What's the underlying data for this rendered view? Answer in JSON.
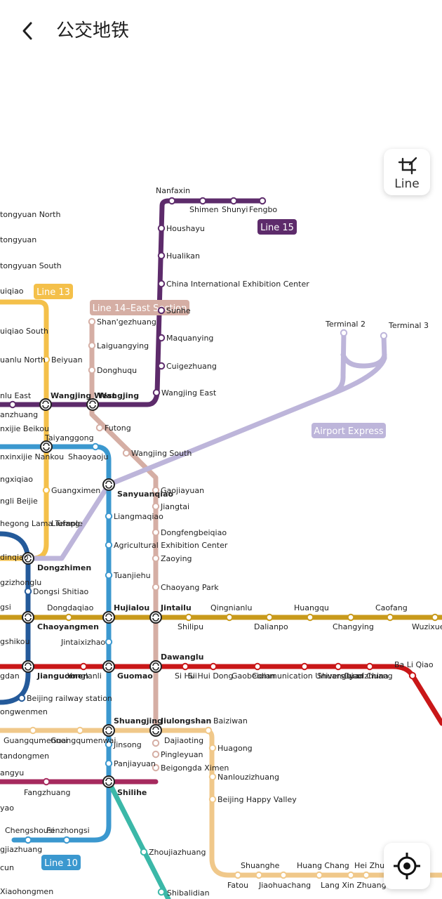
{
  "header": {
    "title": "公交地铁",
    "back_icon": "chevron-left-icon"
  },
  "controls": {
    "line_button_label": "Line",
    "line_button_icon": "crop-icon",
    "locate_icon": "crosshair-icon"
  },
  "colors": {
    "line13": "#f4c04a",
    "line14": "#d5aea4",
    "line15": "#5d2b6b",
    "airport": "#bdb5da",
    "line5": "#a62a5e",
    "line2": "#245a9a",
    "line10": "#3b98cf",
    "line6": "#c89a1b",
    "line1": "#c91718",
    "line7": "#f0c88a",
    "yizhuang": "#3bb8a8"
  },
  "line_badges": [
    {
      "id": "line15",
      "label": "Line 15"
    },
    {
      "id": "line13",
      "label": "Line 13"
    },
    {
      "id": "line14",
      "label": "Line 14–East Section"
    },
    {
      "id": "airport",
      "label": "Airport Express"
    },
    {
      "id": "line10",
      "label": "Line 10"
    }
  ],
  "stations": [
    {
      "name": "Nanfaxin"
    },
    {
      "name": "Shimen"
    },
    {
      "name": "Shunyi"
    },
    {
      "name": "Fengbo"
    },
    {
      "name": "Houshayu"
    },
    {
      "name": "Hualikan"
    },
    {
      "name": "China International Exhibition Center"
    },
    {
      "name": "Sunhe"
    },
    {
      "name": "Maquanying"
    },
    {
      "name": "Cuigezhuang"
    },
    {
      "name": "Wangjing East"
    },
    {
      "name": "Wangjing West"
    },
    {
      "name": "Wangjing"
    },
    {
      "name": "Terminal 2"
    },
    {
      "name": "Terminal 3"
    },
    {
      "name": "Shan'gezhuang"
    },
    {
      "name": "Laiguangying"
    },
    {
      "name": "Donghuqu"
    },
    {
      "name": "Futong"
    },
    {
      "name": "Wangjing South"
    },
    {
      "name": "tongyuan North"
    },
    {
      "name": "tongyuan"
    },
    {
      "name": "tongyuan South"
    },
    {
      "name": "uiqiao"
    },
    {
      "name": "uiqiao South"
    },
    {
      "name": "uanlu North"
    },
    {
      "name": "Beiyuan"
    },
    {
      "name": "nlu East"
    },
    {
      "name": "anzhuang"
    },
    {
      "name": "nxijie Beikou"
    },
    {
      "name": "Taiyanggong"
    },
    {
      "name": "nxinxijie Nankou"
    },
    {
      "name": "Shaoyaoju"
    },
    {
      "name": "ngxiqiao"
    },
    {
      "name": "Guangximen"
    },
    {
      "name": "ngli Beijie"
    },
    {
      "name": "Sanyuanqiao"
    },
    {
      "name": "Gaojiayuan"
    },
    {
      "name": "Jiangtai"
    },
    {
      "name": "Liangmaqiao"
    },
    {
      "name": "Dongfengbeiqiao"
    },
    {
      "name": "hegong Lama Temple"
    },
    {
      "name": "Liufang"
    },
    {
      "name": "Agricultural Exhibition Center"
    },
    {
      "name": "Zaoying"
    },
    {
      "name": "dinqiao"
    },
    {
      "name": "Dongzhimen"
    },
    {
      "name": "gzizhonglu"
    },
    {
      "name": "Tuanjiehu"
    },
    {
      "name": "Dongsi Shitiao"
    },
    {
      "name": "Chaoyang Park"
    },
    {
      "name": "gsi"
    },
    {
      "name": "Dongdaqiao"
    },
    {
      "name": "Hujialou"
    },
    {
      "name": "Jintailu"
    },
    {
      "name": "Qingnianlu"
    },
    {
      "name": "Huangqu"
    },
    {
      "name": "Caofang"
    },
    {
      "name": "Chaoyangmen"
    },
    {
      "name": "Shilipu"
    },
    {
      "name": "Dalianpo"
    },
    {
      "name": "Changying"
    },
    {
      "name": "Wuzixue"
    },
    {
      "name": "gshikou"
    },
    {
      "name": "Jintaixizhao"
    },
    {
      "name": "Dawanglu"
    },
    {
      "name": "Ba Li Qiao"
    },
    {
      "name": "gdan"
    },
    {
      "name": "Jianguomen"
    },
    {
      "name": "Yong'anli"
    },
    {
      "name": "Guomao"
    },
    {
      "name": "Si Hui"
    },
    {
      "name": "Si Hui Dong"
    },
    {
      "name": "Gaobeidian"
    },
    {
      "name": "Communication University of China"
    },
    {
      "name": "Shuangqiao"
    },
    {
      "name": "Guanzhuang"
    },
    {
      "name": "Beijing railway station"
    },
    {
      "name": "ongwenmen"
    },
    {
      "name": "Shuangjing"
    },
    {
      "name": "Jiulongshan"
    },
    {
      "name": "Baiziwan"
    },
    {
      "name": "Guangqumennei"
    },
    {
      "name": "Guangqumenwai"
    },
    {
      "name": "Dajiaoting"
    },
    {
      "name": "Jinsong"
    },
    {
      "name": "Huagong"
    },
    {
      "name": "tandongmen"
    },
    {
      "name": "Pingleyuan"
    },
    {
      "name": "Panjiayuan"
    },
    {
      "name": "Beigongda Ximen"
    },
    {
      "name": "angyu"
    },
    {
      "name": "Nanlouzizhuang"
    },
    {
      "name": "Fangzhuang"
    },
    {
      "name": "Shilihe"
    },
    {
      "name": "Beijing Happy Valley"
    },
    {
      "name": "yao"
    },
    {
      "name": "Chengshousi"
    },
    {
      "name": "Fenzhongsi"
    },
    {
      "name": "gjiazhuang"
    },
    {
      "name": "Zhoujiazhuang"
    },
    {
      "name": "Shuanghe"
    },
    {
      "name": "Huang Chang"
    },
    {
      "name": "Hei Zhuang"
    },
    {
      "name": "cun"
    },
    {
      "name": "Fatou"
    },
    {
      "name": "Jiaohuachang"
    },
    {
      "name": "Lang Xin Zhuang"
    },
    {
      "name": "Xiaohongmen"
    },
    {
      "name": "Shibalidian"
    }
  ]
}
